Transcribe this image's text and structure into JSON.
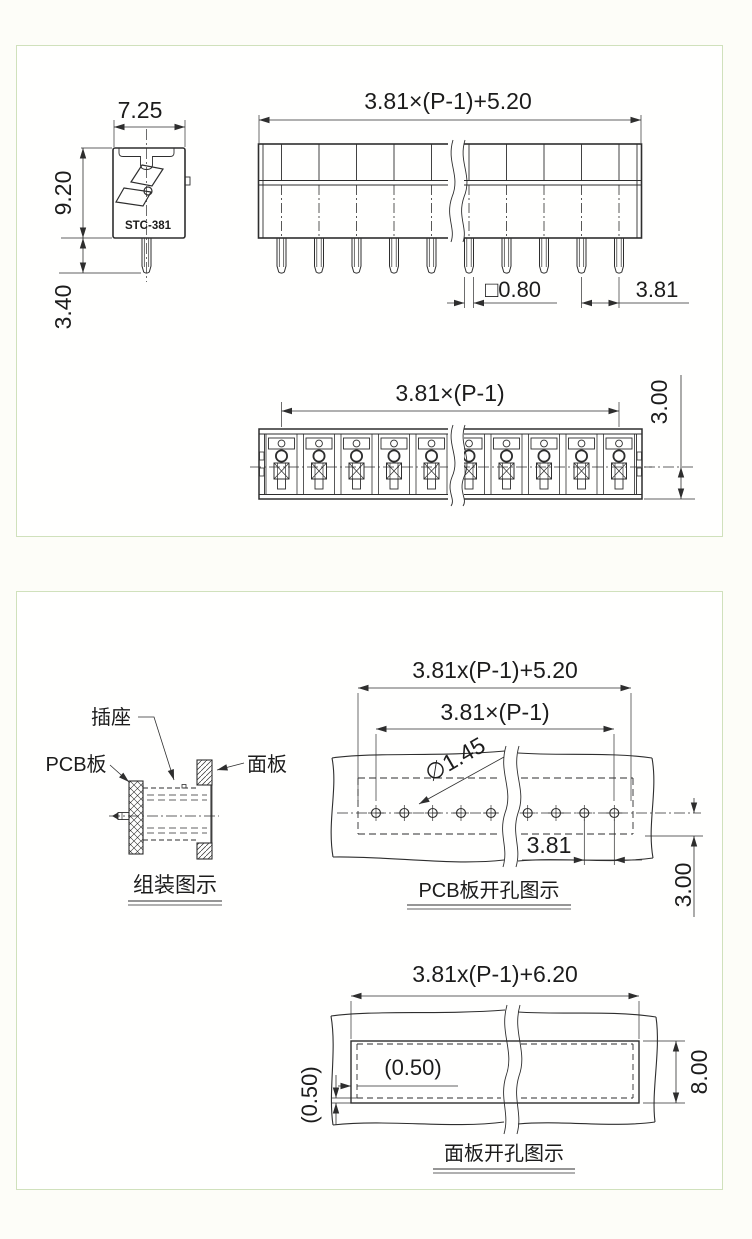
{
  "panel_top": {
    "side_view": {
      "dim_width": "7.25",
      "dim_height": "9.20",
      "dim_pin_len": "3.40",
      "model": "STC-381"
    },
    "front_view": {
      "dim_total": "3.81×(P-1)+5.20",
      "dim_pin_square": "□0.80",
      "dim_pitch": "3.81"
    },
    "bottom_view": {
      "dim_span": "3.81×(P-1)",
      "dim_center_to_edge": "3.00"
    }
  },
  "panel_bottom": {
    "assembly": {
      "label_socket": "插座",
      "label_pcb": "PCB板",
      "label_panel": "面板",
      "title": "组装图示"
    },
    "pcb_drill": {
      "dim_total": "3.81x(P-1)+5.20",
      "dim_span": "3.81×(P-1)",
      "dim_hole_dia": "∅1.45",
      "dim_pitch": "3.81",
      "dim_center_to_edge": "3.00",
      "title": "PCB板开孔图示"
    },
    "panel_cutout": {
      "dim_total": "3.81x(P-1)+6.20",
      "dim_clearance_h": "(0.50)",
      "dim_clearance_v": "(0.50)",
      "dim_height": "8.00",
      "title": "面板开孔图示"
    }
  },
  "colors": {
    "line": "#2e2e2e",
    "panel_border": "#d0e1bc",
    "background": "#fdfdf8"
  }
}
